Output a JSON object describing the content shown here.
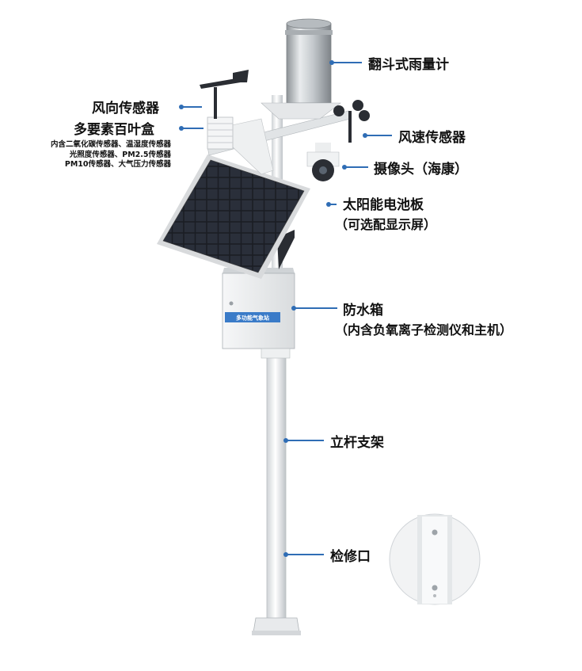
{
  "labels": {
    "rain_gauge": "翻斗式雨量计",
    "wind_direction": "风向传感器",
    "louver_box": "多要素百叶盒",
    "louver_detail_1": "内含二氧化碳传感器、温湿度传感器",
    "louver_detail_2": "光照度传感器、PM2.5传感器",
    "louver_detail_3": "PM10传感器、大气压力传感器",
    "wind_speed": "风速传感器",
    "camera": "摄像头（海康）",
    "solar_panel_1": "太阳能电池板",
    "solar_panel_2": "（可选配显示屏）",
    "waterproof_box_1": "防水箱",
    "waterproof_box_2": "（内含负氧离子检测仪和主机）",
    "pole": "立杆支架",
    "access_port": "检修口",
    "box_plate": "多功能气象站"
  },
  "colors": {
    "accent_line": "#2f6db5",
    "text": "#111111",
    "box_plate": "#3a7bc8"
  }
}
